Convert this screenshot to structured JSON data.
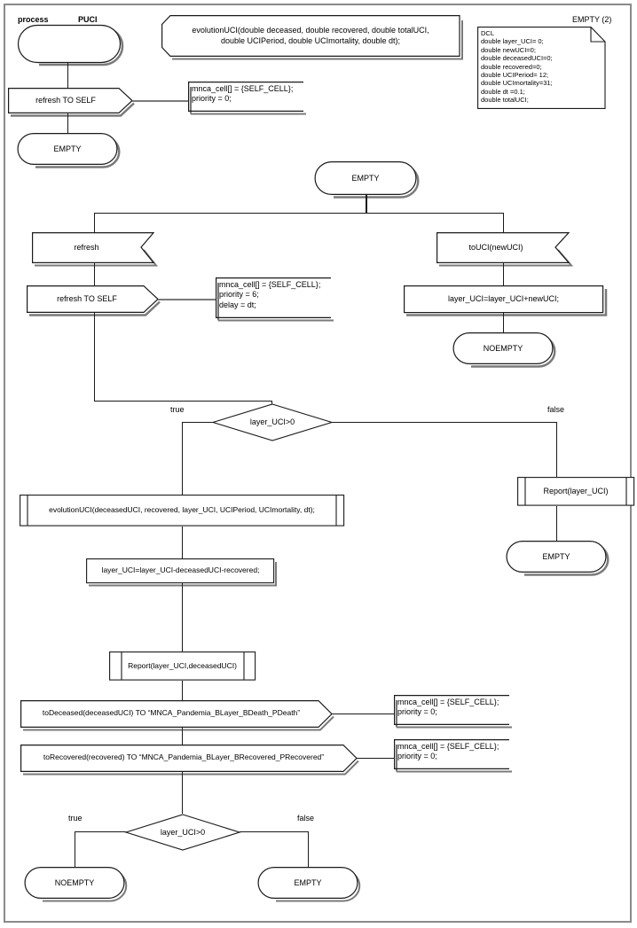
{
  "diagram": {
    "kind": "SDL process diagram",
    "process_keyword": "process",
    "process_name": "PUCI",
    "page_label": "EMPTY (2)"
  },
  "procedure_decl": {
    "line1": "evolutionUCI(double deceased, double recovered, double totalUCI,",
    "line2": "double UCIPeriod, double UCImortality, double dt);"
  },
  "dcl": {
    "text": "DCL\ndouble layer_UCI= 0;\ndouble newUCI=0;\ndouble deceasedUCI=0;\ndouble recovered=0;\ndouble UCIPeriod= 12;\ndouble UCImortality=31;\ndouble dt =0.1;\ndouble totalUCI;"
  },
  "start": {
    "state_empty_label": "",
    "output_refresh_self": "refresh TO SELF",
    "comment_1": "mnca_cell[] = {SELF_CELL};\npriority = 0;",
    "nextstate_empty": "EMPTY"
  },
  "state_empty_2": {
    "label": "EMPTY"
  },
  "branch_left": {
    "input_refresh": "refresh",
    "output_refresh_self": "refresh TO SELF",
    "comment_2": "mnca_cell[] = {SELF_CELL};\npriority = 6;\ndelay = dt;"
  },
  "branch_right": {
    "input_touci": "toUCI(newUCI)",
    "task_layer": "layer_UCI=layer_UCI+newUCI;",
    "nextstate_noempty": "NOEMPTY"
  },
  "decision_1": {
    "condition": "layer_UCI>0",
    "true_label": "true",
    "false_label": "false"
  },
  "false_path_1": {
    "procedure_report": "Report(layer_UCI)",
    "nextstate_empty": "EMPTY"
  },
  "true_path_1": {
    "procedure_evolution": "evolutionUCI(deceasedUCI, recovered, layer_UCI, UCIPeriod, UCImortality, dt);",
    "task_layer": "layer_UCI=layer_UCI-deceasedUCI-recovered;",
    "procedure_report": "Report(layer_UCI,deceasedUCI)",
    "output_deceased": "toDeceased(deceasedUCI) TO “MNCA_Pandemia_BLayer_BDeath_PDeath”",
    "comment_3": "mnca_cell[] = {SELF_CELL};\npriority = 0;",
    "output_recovered": "toRecovered(recovered) TO “MNCA_Pandemia_BLayer_BRecovered_PRecovered”",
    "comment_4": "mnca_cell[] = {SELF_CELL};\npriority = 0;"
  },
  "decision_2": {
    "condition": "layer_UCI>0",
    "true_label": "true",
    "false_label": "false",
    "true_state": "NOEMPTY",
    "false_state": "EMPTY"
  },
  "colors": {
    "stroke": "#1a1a1a",
    "shadow": "#7a7a7a",
    "frame": "#8a8a8a",
    "background": "#ffffff"
  }
}
